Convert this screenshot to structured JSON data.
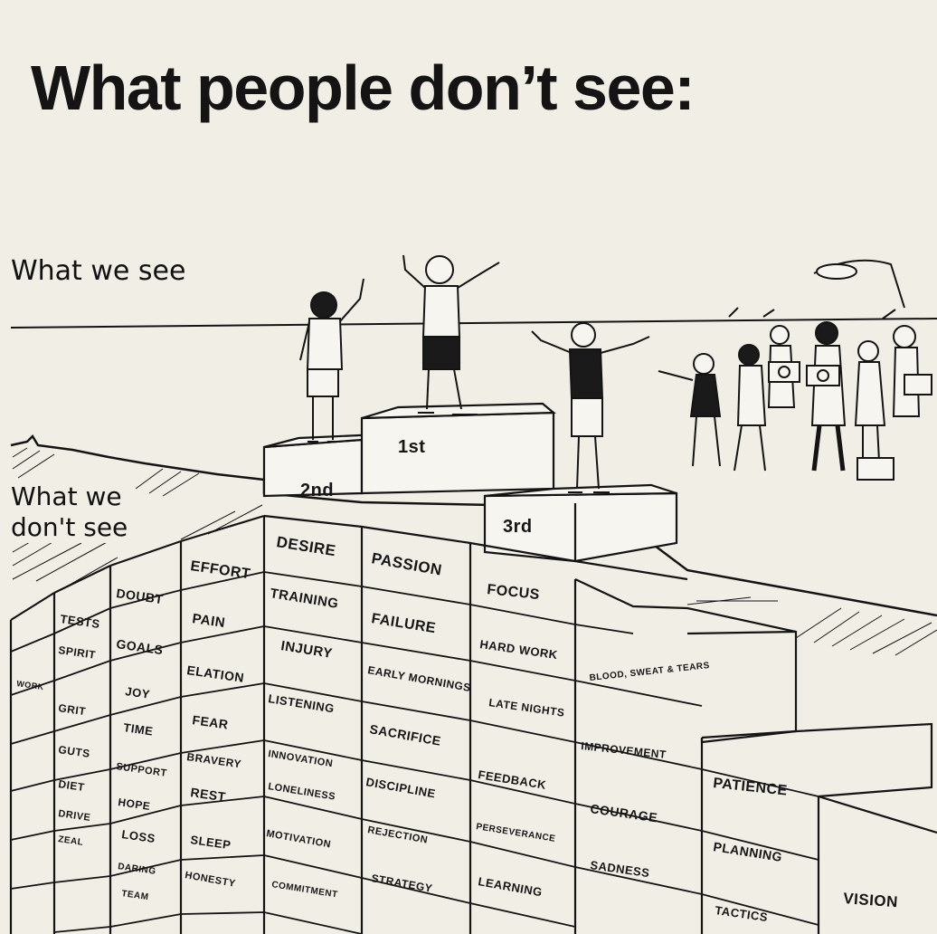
{
  "headline": "What people don’t see:",
  "what_we_see": "What we see",
  "what_we_dont_see": [
    "What we",
    "don't see"
  ],
  "podium": {
    "first": "1st",
    "second": "2nd",
    "third": "3rd"
  },
  "blocks": [
    "DESIRE",
    "PASSION",
    "EFFORT",
    "TRAINING",
    "FOCUS",
    "DOUBT",
    "PAIN",
    "FAILURE",
    "TESTS",
    "GOALS",
    "INJURY",
    "EARLY MORNINGS",
    "HARD WORK",
    "SPIRIT",
    "ELATION",
    "JOY",
    "LISTENING",
    "LATE NIGHTS",
    "BLOOD, SWEAT & TEARS",
    "GRIT",
    "TIME",
    "FEAR",
    "SACRIFICE",
    "IMPROVEMENT",
    "GUTS",
    "SUPPORT",
    "BRAVERY",
    "INNOVATION",
    "DISCIPLINE",
    "FEEDBACK",
    "PATIENCE",
    "DIET",
    "REST",
    "HOPE",
    "LONELINESS",
    "COURAGE",
    "DRIVE",
    "LOSS",
    "REJECTION",
    "PERSEVERANCE",
    "PLANNING",
    "ZEAL",
    "SLEEP",
    "MOTIVATION",
    "SADNESS",
    "DARING",
    "HONESTY",
    "STRATEGY",
    "LEARNING",
    "TEAM",
    "COMMITMENT",
    "VISION",
    "WORK",
    "TACTICS"
  ],
  "colors": {
    "ink": "#141414",
    "paper": "#f1eee6",
    "shirt_dark": "#1a1a1a"
  }
}
